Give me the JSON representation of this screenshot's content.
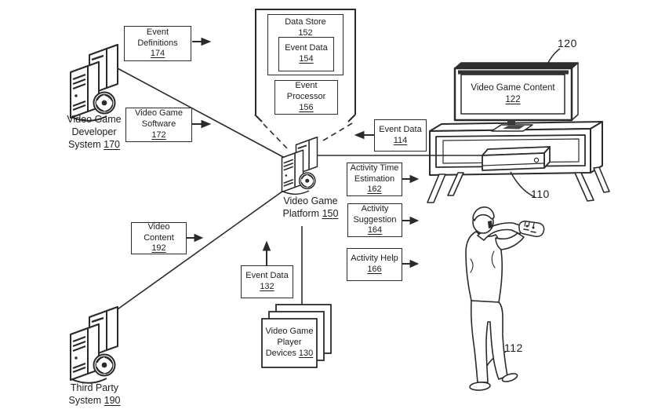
{
  "boxes": {
    "event_definitions": {
      "label": "Event\nDefinitions",
      "ref": "174"
    },
    "video_game_software": {
      "label": "Video Game\nSoftware",
      "ref": "172"
    },
    "data_store": {
      "label": "Data Store",
      "ref": "152"
    },
    "event_data_154": {
      "label": "Event Data",
      "ref": "154"
    },
    "event_processor": {
      "label": "Event\nProcessor",
      "ref": "156"
    },
    "event_data_114": {
      "label": "Event Data",
      "ref": "114"
    },
    "activity_time_estimation": {
      "label": "Activity Time\nEstimation",
      "ref": "162"
    },
    "activity_suggestion": {
      "label": "Activity\nSuggestion",
      "ref": "164"
    },
    "activity_help": {
      "label": "Activity Help",
      "ref": "166"
    },
    "video_content": {
      "label": "Video\nContent",
      "ref": "192"
    },
    "event_data_132": {
      "label": "Event Data",
      "ref": "132"
    },
    "player_devices": {
      "label": "Video Game\nPlayer\nDevices",
      "ref": "130"
    },
    "video_game_content": {
      "label": "Video Game Content",
      "ref": "122"
    }
  },
  "captions": {
    "developer_system": {
      "label": "Video Game\nDeveloper\nSystem",
      "ref": "170"
    },
    "platform": {
      "label": "Video Game\nPlatform",
      "ref": "150"
    },
    "third_party": {
      "label": "Third Party\nSystem",
      "ref": "190"
    }
  },
  "pointers": {
    "tv": "120",
    "console": "110",
    "player": "112"
  },
  "icons": {
    "developer_server": "computer-tower-server",
    "platform_server": "computer-tower-server",
    "third_party_server": "computer-tower-server",
    "television": "flat-screen-tv",
    "media_stand": "tv-stand",
    "game_console": "game-console",
    "player": "person-holding-game-controller"
  },
  "colors": {
    "line": "#2b2b2b",
    "text": "#1c1c1c",
    "tv_bezel": "#333333"
  }
}
